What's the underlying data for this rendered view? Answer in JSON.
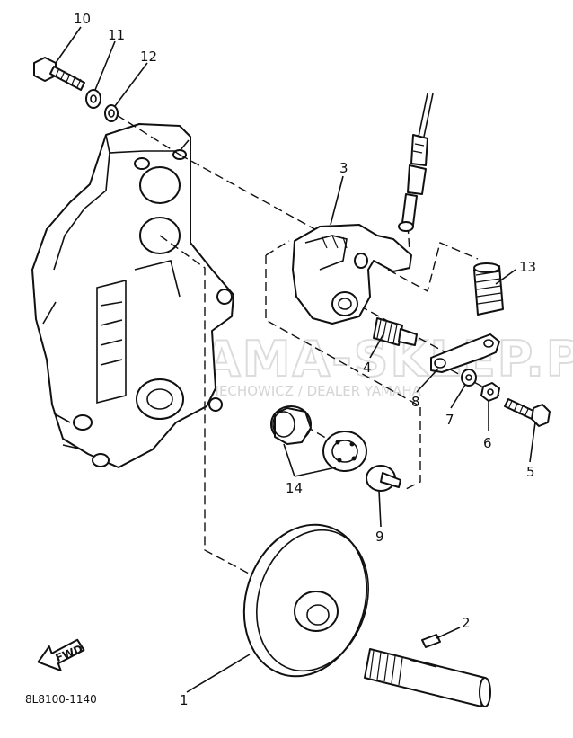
{
  "diagram": {
    "callouts": [
      "1",
      "2",
      "3",
      "4",
      "5",
      "6",
      "7",
      "8",
      "9",
      "10",
      "11",
      "12",
      "13",
      "14"
    ],
    "part_code": "8L8100-1140",
    "fwd_label": "FWD",
    "watermark": {
      "main": "YAMA-SKLEP.PL",
      "sub": "WOJCIECHOWICZ / DEALER YAMAHA",
      "color": "#e8b0b0"
    }
  }
}
